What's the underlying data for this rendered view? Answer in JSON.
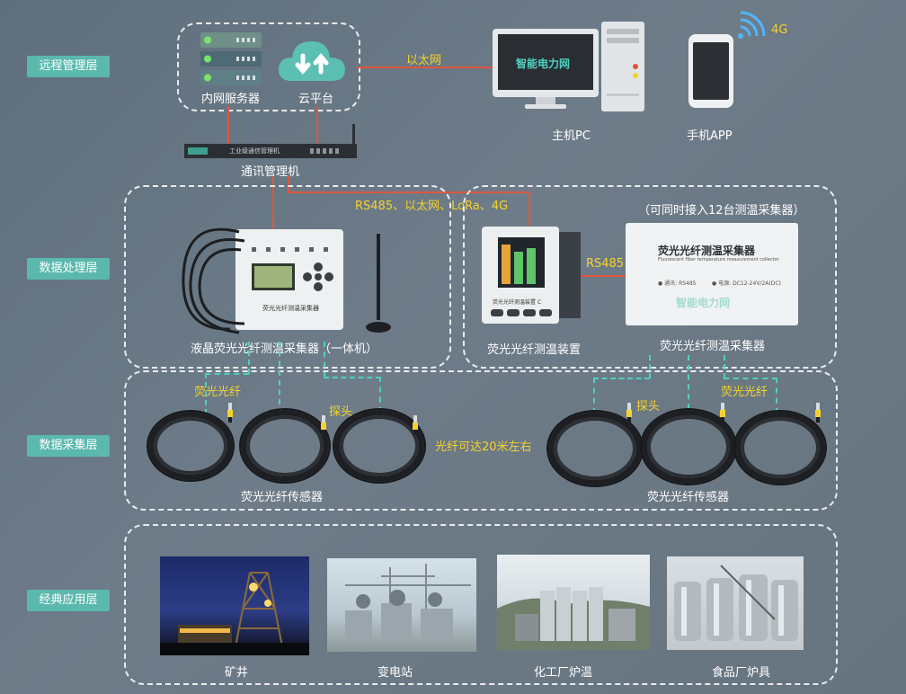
{
  "layers": {
    "remote": "远程管理层",
    "processing": "数据处理层",
    "collection": "数据采集层",
    "application": "经典应用层"
  },
  "remote": {
    "intranet_server": "内网服务器",
    "cloud_platform": "云平台",
    "ethernet": "以太网",
    "host_pc": "主机PC",
    "mobile_app": "手机APP",
    "network_4g": "4G",
    "pc_screen_brand": "智能电力网"
  },
  "comm": {
    "manager_label": "通讯管理机",
    "device_plate": "工业级通信管理机",
    "protocols": "RS485、以太网、LoRa、4G"
  },
  "processing": {
    "lcd_collector": "液晶荧光光纤测温采集器（一体机）",
    "lcd_device_text": "荧光光纤测温采集器",
    "measure_device": "荧光光纤测温装置",
    "measure_device_panel": "荧光光纤测温装置 C",
    "rs485": "RS485",
    "collector_note": "（可同时接入12台测温采集器）",
    "collector_title": "荧光光纤测温采集器",
    "collector_subtitle": "Fluorescent fiber temperature measurement collector",
    "collector_label": "荧光光纤测温采集器",
    "collector_rs485": "● 通讯: RS485",
    "collector_power": "● 电源: DC12-24V/2A(DC)",
    "watermark": "智能电力网"
  },
  "collection": {
    "fiber_left": "荧光光纤",
    "probe_left": "探头",
    "fiber_distance": "光纤可达20米左右",
    "probe_right": "探头",
    "fiber_right": "荧光光纤",
    "sensor_left": "荧光光纤传感器",
    "sensor_right": "荧光光纤传感器"
  },
  "application": {
    "items": [
      {
        "label": "矿井"
      },
      {
        "label": "变电站"
      },
      {
        "label": "化工厂炉温"
      },
      {
        "label": "食品厂炉具"
      }
    ]
  },
  "colors": {
    "tag": "#5bb8ad",
    "red_line": "#e0563b",
    "fiber_dash": "#4fd1bf",
    "highlight": "#f5d22b"
  }
}
